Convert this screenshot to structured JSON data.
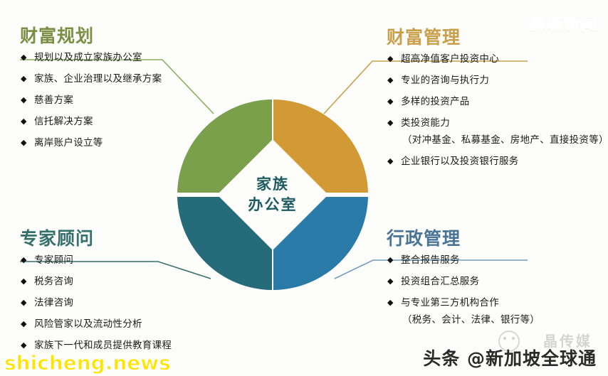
{
  "center": {
    "line1": "家族",
    "line2": "办公室"
  },
  "colors": {
    "green": "#7aa04b",
    "orange": "#d29a35",
    "teal": "#256b7a",
    "blue": "#2a7aa8",
    "heading_green": "#7b8f44",
    "heading_orange": "#c9a04a",
    "heading_teal": "#35706c",
    "heading_blue": "#4a7496",
    "center_text": "#1d5b62",
    "watermark_yellow": "#ffe400"
  },
  "bullet_glyph": "◆",
  "quadrants": {
    "top_left": {
      "title": "财富规划",
      "items": [
        {
          "text": "规划以及成立家族办公室",
          "sub": false
        },
        {
          "text": "家族、企业治理以及继承方案",
          "sub": false
        },
        {
          "text": "慈善方案",
          "sub": false
        },
        {
          "text": "信托解决方案",
          "sub": false
        },
        {
          "text": "离岸账户设立等",
          "sub": false
        }
      ]
    },
    "top_right": {
      "title": "财富管理",
      "items": [
        {
          "text": "超高净值客户投资中心",
          "sub": false
        },
        {
          "text": "专业的咨询与执行力",
          "sub": false
        },
        {
          "text": "多样的投资产品",
          "sub": false
        },
        {
          "text": "类投资能力",
          "sub": false
        },
        {
          "text": "（对冲基金、私募基金、房地产、直接投资等）",
          "sub": true
        },
        {
          "text": "企业银行以及投资银行服务",
          "sub": false
        }
      ]
    },
    "bottom_left": {
      "title": "专家顾问",
      "items": [
        {
          "text": "专家顾问",
          "sub": false
        },
        {
          "text": "税务咨询",
          "sub": false
        },
        {
          "text": "法律咨询",
          "sub": false
        },
        {
          "text": "风险管家以及流动性分析",
          "sub": false
        },
        {
          "text": "家族下一代和成员提供教育课程",
          "sub": false
        }
      ]
    },
    "bottom_right": {
      "title": "行政管理",
      "items": [
        {
          "text": "整合报告服务",
          "sub": false
        },
        {
          "text": "投资组合汇总服务",
          "sub": false
        },
        {
          "text": "与专业第三方机构合作",
          "sub": false
        },
        {
          "text": "（税务、会计、法律、银行等）",
          "sub": true
        }
      ]
    }
  },
  "watermarks": {
    "top_right": "狮城新闻",
    "bottom_left": "shicheng.news",
    "bottom_right": "头条 @新加坡全球通",
    "ghost": "晶传媒"
  }
}
